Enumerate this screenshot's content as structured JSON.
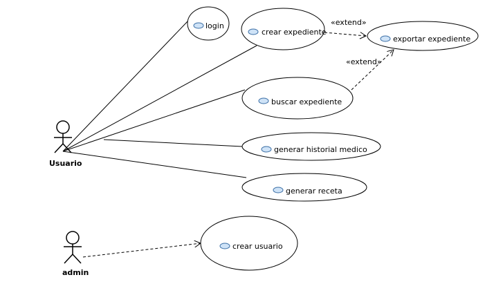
{
  "diagram": {
    "actors": [
      {
        "id": "usuario",
        "label": "Usuario"
      },
      {
        "id": "admin",
        "label": "admin"
      }
    ],
    "use_cases": [
      {
        "id": "login",
        "label": "login"
      },
      {
        "id": "crear_expediente",
        "label": "crear expediente"
      },
      {
        "id": "exportar_expediente",
        "label": "exportar expediente"
      },
      {
        "id": "buscar_expediente",
        "label": "buscar expediente"
      },
      {
        "id": "generar_historial",
        "label": "generar historial medico"
      },
      {
        "id": "generar_receta",
        "label": "generar receta"
      },
      {
        "id": "crear_usuario",
        "label": "crear usuario"
      }
    ],
    "relations": [
      {
        "from": "crear_expediente",
        "to": "exportar_expediente",
        "label": "«extend»"
      },
      {
        "from": "buscar_expediente",
        "to": "exportar_expediente",
        "label": "«extend»"
      }
    ],
    "colors": {
      "line": "#000000",
      "icon_fill": "#cfe3f7",
      "icon_stroke": "#3a6ea5"
    }
  }
}
